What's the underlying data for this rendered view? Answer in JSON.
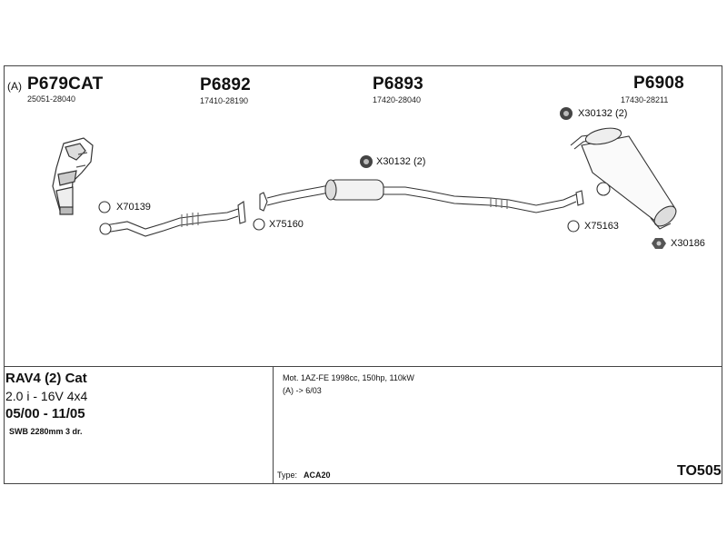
{
  "parts": {
    "p1": {
      "prefix": "(A)",
      "number": "P679CAT",
      "oem": "25051-28040"
    },
    "p2": {
      "number": "P6892",
      "oem": "17410-28190"
    },
    "p3": {
      "number": "P6893",
      "oem": "17420-28040"
    },
    "p4": {
      "number": "P6908",
      "oem": "17430-28211"
    }
  },
  "refs": {
    "x70139": "X70139",
    "x75160": "X75160",
    "x30132_mid": "X30132 (2)",
    "x30132_top": "X30132 (2)",
    "x75163": "X75163",
    "x30186": "X30186"
  },
  "vehicle": {
    "model": "RAV4 (2) Cat",
    "engine": "2.0 i - 16V 4x4",
    "dates": "05/00 - 11/05",
    "body": "SWB 2280mm 3 dr."
  },
  "specs": {
    "motor": "Mot. 1AZ-FE 1998cc, 150hp, 110kW",
    "note": "(A) -> 6/03",
    "type_label": "Type:",
    "type_value": "ACA20"
  },
  "catalog_code": "TO505"
}
